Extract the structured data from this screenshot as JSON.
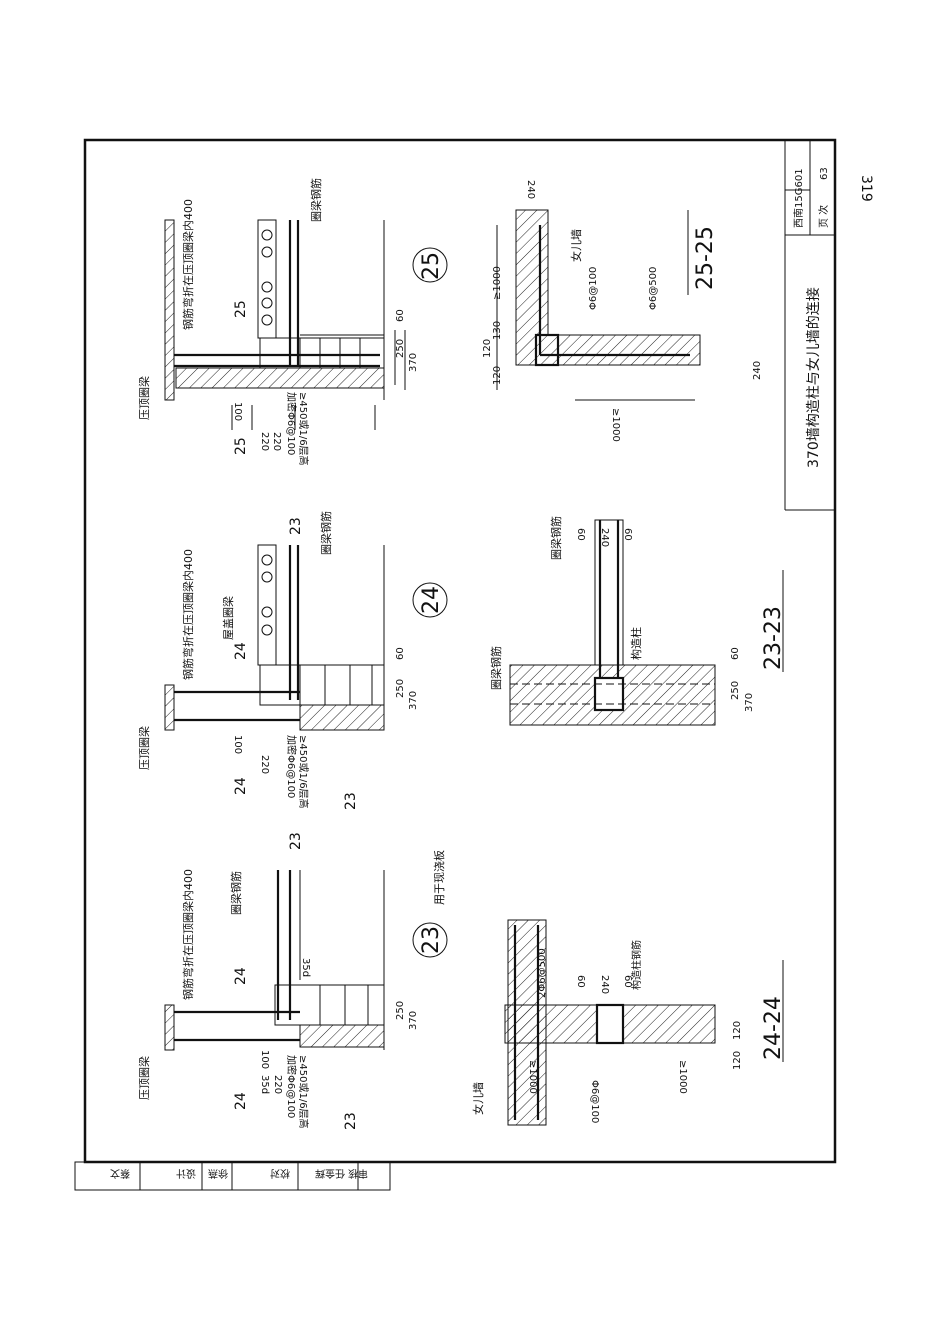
{
  "page_number": "319",
  "title_block": {
    "title": "370墙构造柱与女儿墙的连接",
    "atlas_code": "西南15G601",
    "page_label": "页 次",
    "page_value": "63"
  },
  "signature_strip": [
    "审核",
    "任金辉",
    "校对",
    "徐燕",
    "设计",
    "蔡文"
  ],
  "details": {
    "d25": {
      "number": "25",
      "labels": {
        "coping_beam": "压顶圈梁",
        "bend_note": "钢筋弯折在压顶圈梁内400",
        "ring_beam_rebar": "圈梁钢筋",
        "section": "25"
      },
      "dims": {
        "d220a": "220",
        "d220b": "220",
        "d100": "100",
        "dense": "≥450或1/6层高",
        "dense_rebar": "加密Φ6@100",
        "d60": "60",
        "d250": "250",
        "d370": "370"
      }
    },
    "d24": {
      "number": "24",
      "labels": {
        "coping_beam": "压顶圈梁",
        "bend_note": "钢筋弯折在压顶圈梁内400",
        "roof_beam": "屋盖圈梁",
        "ring_beam_rebar": "圈梁钢筋",
        "section_a": "24",
        "section_b": "23"
      },
      "dims": {
        "d220": "220",
        "d100": "100",
        "dense": "≥450或1/6层高",
        "dense_rebar": "加密Φ6@100",
        "d60": "60",
        "d250": "250",
        "d370": "370"
      }
    },
    "d23": {
      "number": "23",
      "note": "用于现浇板",
      "labels": {
        "coping_beam": "压顶圈梁",
        "bend_note": "钢筋弯折在压顶圈梁内400",
        "ring_beam_rebar": "圈梁钢筋",
        "section_a": "24",
        "section_b": "23"
      },
      "dims": {
        "d35d": "35d",
        "d100": "100",
        "d35d_b": "35d",
        "d220": "220",
        "dense": "≥450或1/6层高",
        "dense_rebar": "加密Φ6@100",
        "d250": "250",
        "d370": "370"
      }
    }
  },
  "sections": {
    "s25": {
      "title": "25-25",
      "parapet": "女儿墙",
      "r1": "Φ6@100",
      "r2": "Φ6@500",
      "d240a": "240",
      "d1000a": "≥1000",
      "d130": "130",
      "d120a": "120",
      "d120b": "120",
      "d240b": "240",
      "d1000b": "≥1000"
    },
    "s23": {
      "title": "23-23",
      "ring_rebar_a": "圈梁钢筋",
      "ring_rebar_b": "圈梁钢筋",
      "column": "构造柱",
      "d60a": "60",
      "d240": "240",
      "d60b": "60",
      "d60c": "60",
      "d250": "250",
      "d370": "370"
    },
    "s24": {
      "title": "24-24",
      "parapet": "女儿墙",
      "r1": "2Φ6@500",
      "col_rebar": "构造柱钢筋",
      "r2": "Φ6@100",
      "d60a": "60",
      "d240": "240",
      "d60b": "60",
      "d1000a": "≥1000",
      "d1000b": "≥1000",
      "d120a": "120",
      "d120b": "120"
    }
  }
}
